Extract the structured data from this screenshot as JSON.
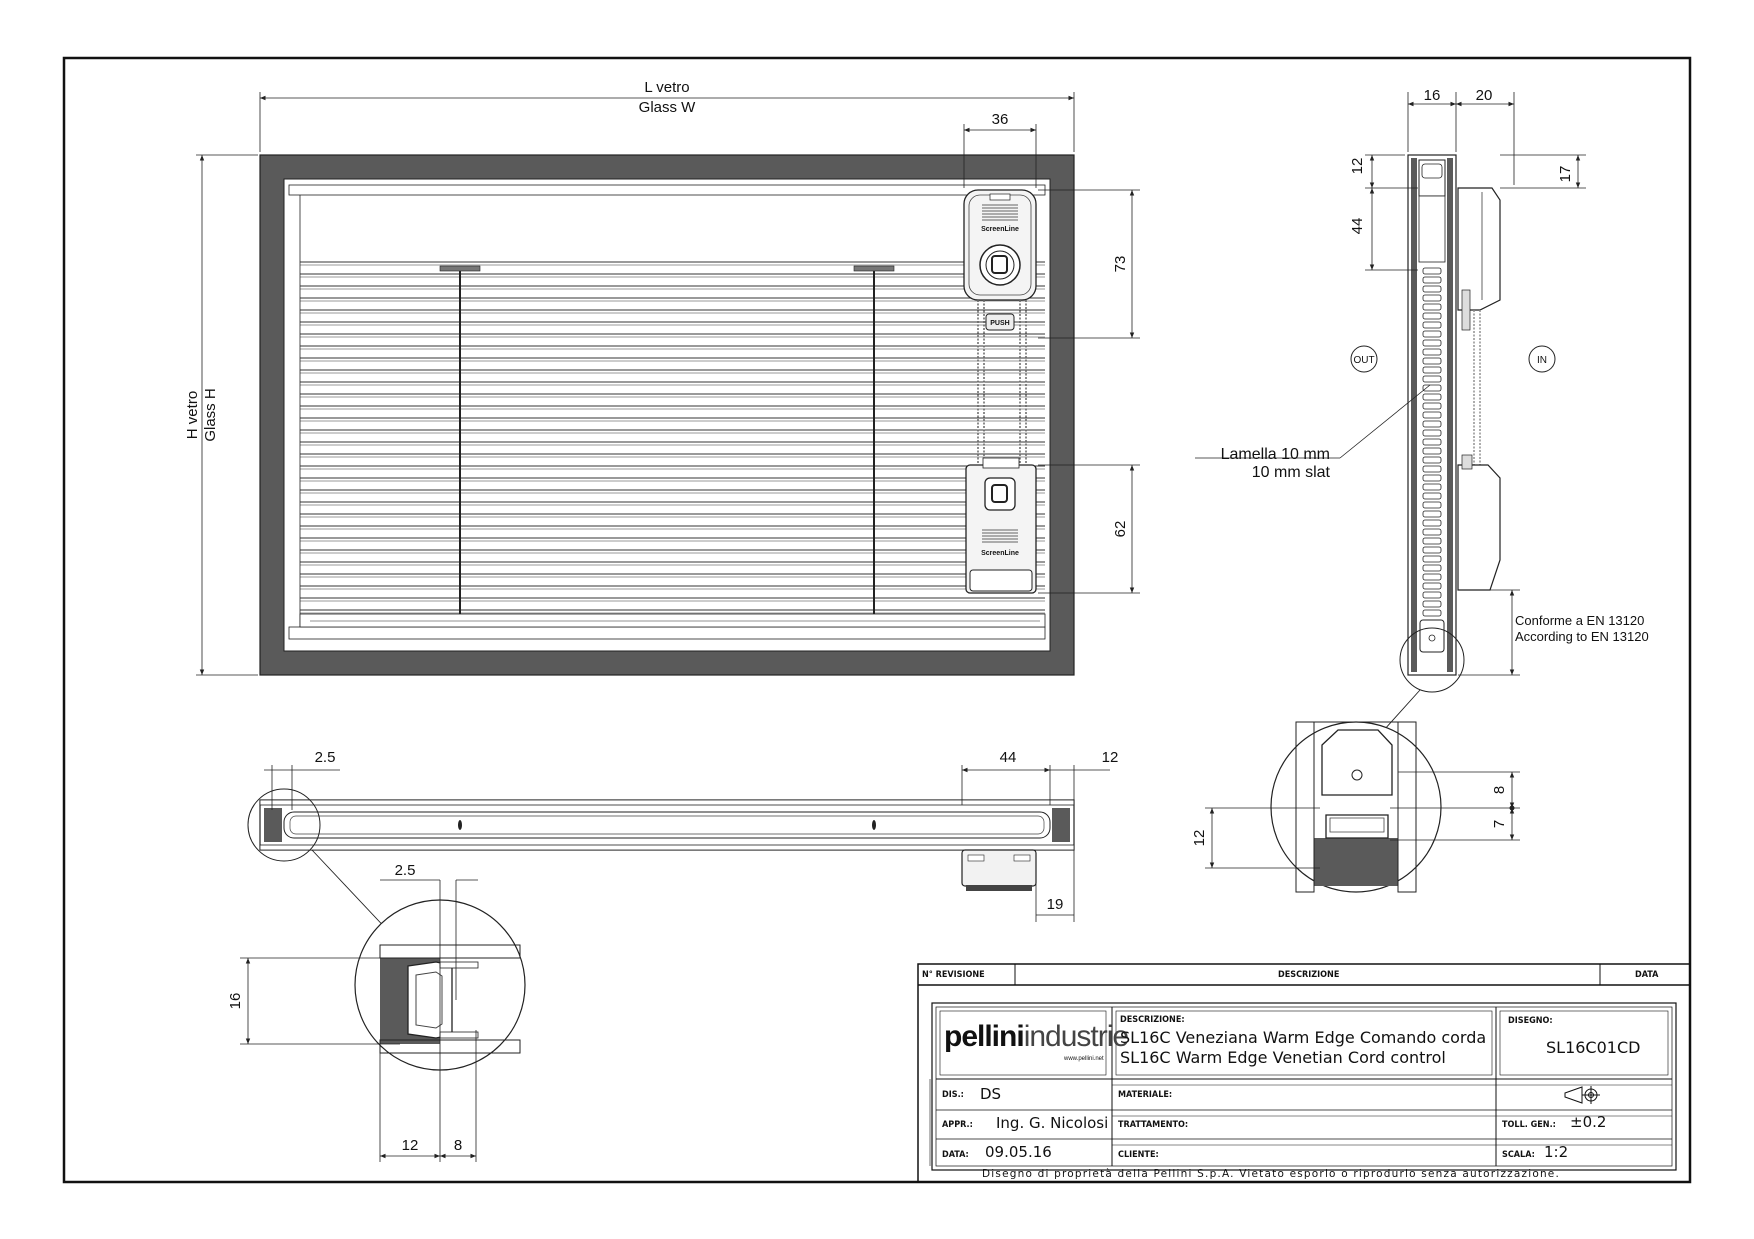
{
  "front_view": {
    "width_label_it": "L vetro",
    "width_label_en": "Glass W",
    "height_label_it": "H vetro",
    "height_label_en": "Glass H",
    "dim_36": "36",
    "dim_73": "73",
    "dim_62": "62",
    "brand_top": "ScreenLine",
    "brand_bottom": "ScreenLine",
    "push_label": "PUSH"
  },
  "section_view": {
    "dim_16": "16",
    "dim_20": "20",
    "dim_12": "12",
    "dim_17": "17",
    "dim_44": "44",
    "out_label": "OUT",
    "in_label": "IN",
    "slat_label_it": "Lamella 10 mm",
    "slat_label_en": "10 mm slat",
    "standard_it": "Conforme a EN 13120",
    "standard_en": "According to EN 13120",
    "detail_dim_8": "8",
    "detail_dim_7": "7",
    "detail_dim_12": "12"
  },
  "plan_view": {
    "dim_2_5": "2.5",
    "dim_44": "44",
    "dim_12": "12",
    "dim_19": "19",
    "detail_dim_2_5": "2.5",
    "detail_dim_16": "16",
    "detail_dim_12": "12",
    "detail_dim_8": "8"
  },
  "title_block": {
    "rev_header": "N° REVISIONE",
    "desc_header": "DESCRIZIONE",
    "date_header": "DATA",
    "logo_text_bold": "pellini",
    "logo_text_light": "industrie",
    "logo_url": "www.pellini.net",
    "desc_label": "DESCRIZIONE:",
    "desc_line1": "SL16C Veneziana Warm Edge Comando corda",
    "desc_line2": "SL16C Warm Edge Venetian Cord control",
    "drawing_label": "DISEGNO:",
    "drawing_number": "SL16C01CD",
    "dis_label": "DIS.:",
    "dis_value": "DS",
    "appr_label": "APPR.:",
    "appr_value": "Ing. G. Nicolosi",
    "data_label": "DATA:",
    "data_value": "09.05.16",
    "material_label": "MATERIALE:",
    "treatment_label": "TRATTAMENTO:",
    "client_label": "CLIENTE:",
    "tolerance_label": "TOLL. GEN.:",
    "tolerance_value": "±0.2",
    "scale_label": "SCALA:",
    "scale_value": "1:2",
    "footer": "Disegno di proprietà della Pellini S.p.A. Vietato esporlo o riprodurlo senza autorizzazione."
  }
}
